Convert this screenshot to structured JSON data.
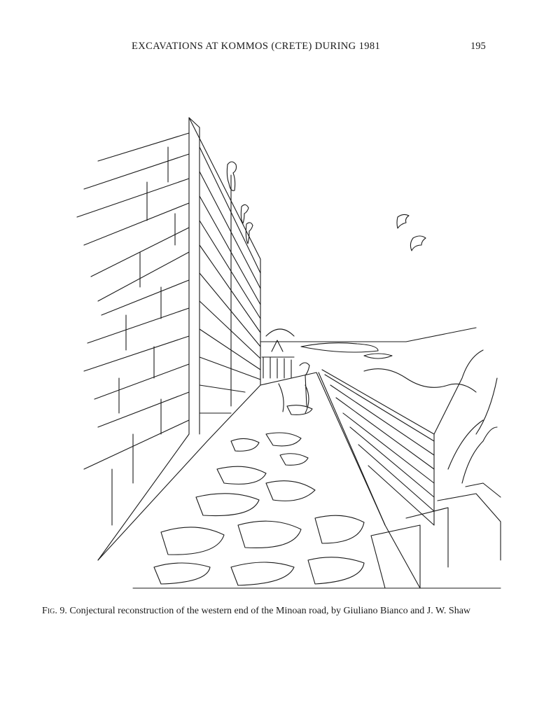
{
  "header": {
    "running_title": "EXCAVATIONS AT KOMMOS (CRETE) DURING 1981",
    "page_number": "195"
  },
  "caption": {
    "label": "Fig. 9.",
    "text": " Conjectural reconstruction of the western end of the Minoan road, by Giuliano Bianco and J. W. Shaw"
  },
  "colors": {
    "ink": "#1a1a1a",
    "paper": "#ffffff"
  }
}
